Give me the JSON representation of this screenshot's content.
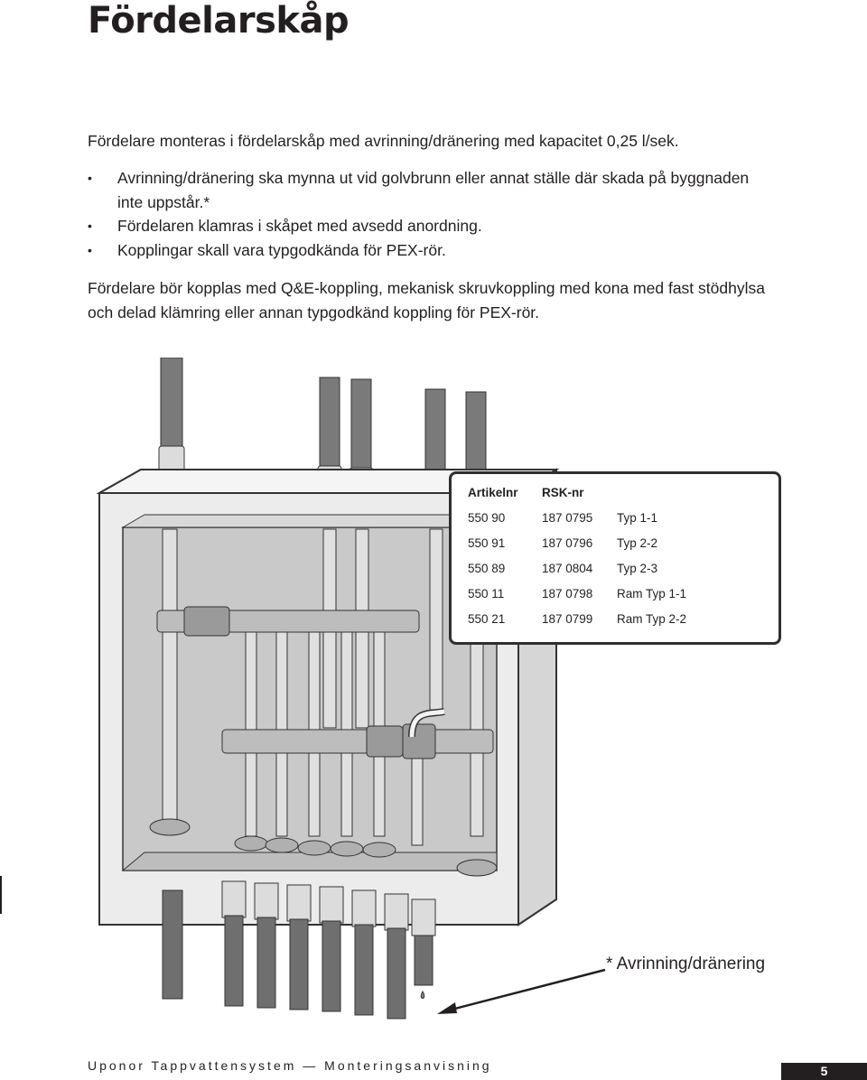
{
  "page": {
    "title": "Fördelarskåp",
    "intro": "Fördelare monteras i fördelarskåp med avrinning/dränering med kapacitet 0,25 l/sek.",
    "bullets": [
      "Avrinning/dränering ska mynna ut vid golvbrunn eller annat ställe där skada på byggnaden inte uppstår.*",
      "Fördelaren klamras i skåpet med avsedd anordning.",
      "Kopplingar skall vara typgodkända för PEX-rör."
    ],
    "paragraph2": "Fördelare bör kopplas med Q&E-koppling, mekanisk skruvkoppling med kona med fast stöd­hylsa och delad klämring eller annan typgodkänd koppling för PEX-rör.",
    "bullet_glyph": "•"
  },
  "table": {
    "headers": [
      "Artikelnr",
      "RSK-nr",
      ""
    ],
    "rows": [
      [
        "550 90",
        "187 0795",
        "Typ 1-1"
      ],
      [
        "550 91",
        "187 0796",
        "Typ 2-2"
      ],
      [
        "550 89",
        "187 0804",
        "Typ 2-3"
      ],
      [
        "550 11",
        "187 0798",
        "Ram Typ 1-1"
      ],
      [
        "550 21",
        "187 0799",
        "Ram Typ 2-2"
      ]
    ]
  },
  "callout": {
    "text": "* Avrinning/dränering"
  },
  "footer": {
    "text": "Uponor Tappvattensystem — Monteringsanvisning",
    "page_number": "5"
  },
  "colors": {
    "text": "#231f20",
    "box_border": "#2f2f2f",
    "illustration_fill": "#e6e6e6",
    "pipe_dark": "#6b6b6b"
  }
}
